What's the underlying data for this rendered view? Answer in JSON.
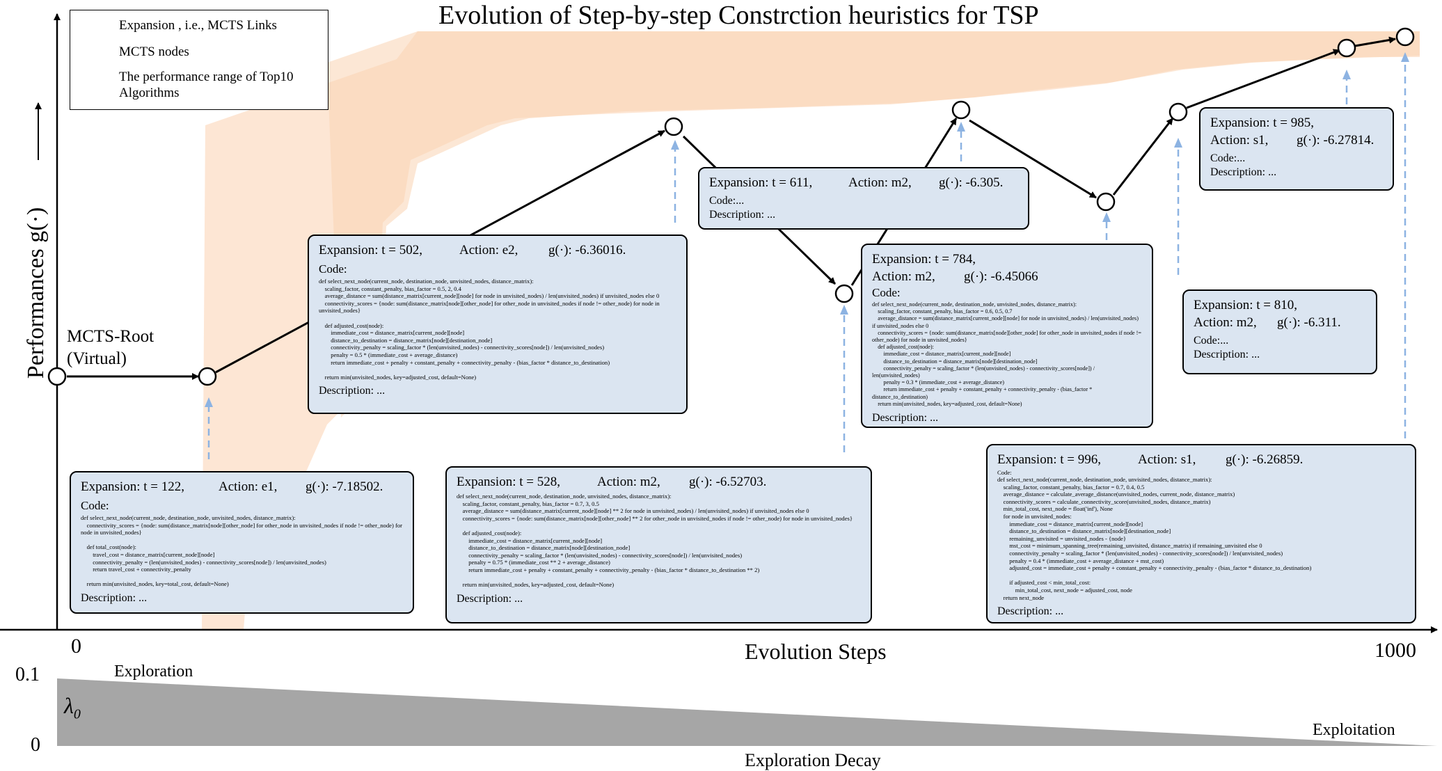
{
  "title": "Evolution of  Step-by-step Constrction heuristics for TSP",
  "y_axis_label": "Performances g(·)",
  "x_axis_label": "Evolution Steps",
  "x_start": "0",
  "x_end": "1000",
  "root_label": [
    "MCTS-Root",
    "(Virtual)"
  ],
  "legend": {
    "arrow": "Expansion , i.e., MCTS Links",
    "node": "MCTS nodes",
    "range": "The performance range of Top10 Algorithms"
  },
  "decay": {
    "label": "Exploration Decay",
    "left": "Exploration",
    "right": "Exploitation",
    "lambda": "λ",
    "lambda_sub": "0",
    "top_value": "0.1",
    "bottom_value": "0"
  },
  "boxes": {
    "b122": {
      "expansion": "Expansion: t = 122,",
      "action": "Action: e1,",
      "g": "g(·): -7.18502.",
      "code_label": "Code:",
      "code": "def select_next_node(current_node, destination_node, unvisited_nodes, distance_matrix):\n    connectivity_scores = {node: sum(distance_matrix[node][other_node] for other_node in unvisited_nodes if node != other_node) for node in unvisited_nodes}\n\n    def total_cost(node):\n        travel_cost = distance_matrix[current_node][node]\n        connectivity_penalty = (len(unvisited_nodes) - connectivity_scores[node]) / len(unvisited_nodes)\n        return travel_cost + connectivity_penalty\n\n    return min(unvisited_nodes, key=total_cost, default=None)",
      "description": "Description: ..."
    },
    "b502": {
      "expansion": "Expansion: t = 502,",
      "action": "Action: e2,",
      "g": "g(·): -6.36016.",
      "code_label": "Code:",
      "code": "def select_next_node(current_node, destination_node, unvisited_nodes, distance_matrix):\n    scaling_factor, constant_penalty, bias_factor = 0.5, 2, 0.4\n    average_distance = sum(distance_matrix[current_node][node] for node in unvisited_nodes) / len(unvisited_nodes) if unvisited_nodes else 0\n    connectivity_scores = {node: sum(distance_matrix[node][other_node] for other_node in unvisited_nodes if node != other_node) for node in unvisited_nodes}\n\n    def adjusted_cost(node):\n        immediate_cost = distance_matrix[current_node][node]\n        distance_to_destination = distance_matrix[node][destination_node]\n        connectivity_penalty = scaling_factor * (len(unvisited_nodes) - connectivity_scores[node]) / len(unvisited_nodes)\n        penalty = 0.5 * (immediate_cost + average_distance)\n        return immediate_cost + penalty + constant_penalty + connectivity_penalty - (bias_factor * distance_to_destination)\n\n    return min(unvisited_nodes, key=adjusted_cost, default=None)",
      "description": "Description: ..."
    },
    "b528": {
      "expansion": "Expansion: t = 528,",
      "action": "Action: m2,",
      "g": "g(·): -6.52703.",
      "code_label": "Code:",
      "code": "def select_next_node(current_node, destination_node, unvisited_nodes, distance_matrix):\n    scaling_factor, constant_penalty, bias_factor = 0.7, 3, 0.5\n    average_distance = sum(distance_matrix[current_node][node] ** 2 for node in unvisited_nodes) / len(unvisited_nodes) if unvisited_nodes else 0\n    connectivity_scores = {node: sum(distance_matrix[node][other_node] ** 2 for other_node in unvisited_nodes if node != other_node) for node in unvisited_nodes}\n\n    def adjusted_cost(node):\n        immediate_cost = distance_matrix[current_node][node]\n        distance_to_destination = distance_matrix[node][destination_node]\n        connectivity_penalty = scaling_factor * (len(unvisited_nodes) - connectivity_scores[node]) / len(unvisited_nodes)\n        penalty = 0.75 * (immediate_cost ** 2 + average_distance)\n        return immediate_cost + penalty + constant_penalty + connectivity_penalty - (bias_factor * distance_to_destination ** 2)\n\n    return min(unvisited_nodes, key=adjusted_cost, default=None)",
      "description": "Description: ..."
    },
    "b611": {
      "expansion": "Expansion: t = 611,",
      "action": "Action: m2,",
      "g": "g(·): -6.305.",
      "code_label": "Code:...",
      "description": "Description: ..."
    },
    "b784": {
      "expansion": "Expansion: t = 784,",
      "action": "Action: m2,",
      "g": "g(·): -6.45066",
      "code_label": "Code:",
      "code": "def select_next_node(current_node, destination_node, unvisited_nodes, distance_matrix):\n    scaling_factor, constant_penalty, bias_factor = 0.6, 0.5, 0.7\n    average_distance = sum(distance_matrix[current_node][node] for node in unvisited_nodes) / len(unvisited_nodes) if unvisited_nodes else 0\n    connectivity_scores = {node: sum(distance_matrix[node][other_node] for other_node in unvisited_nodes if node != other_node) for node in unvisited_nodes}\n    def adjusted_cost(node):\n        immediate_cost = distance_matrix[current_node][node]\n        distance_to_destination = distance_matrix[node][destination_node]\n        connectivity_penalty = scaling_factor * (len(unvisited_nodes) - connectivity_scores[node]) / len(unvisited_nodes)\n        penalty = 0.3 * (immediate_cost + average_distance)\n        return immediate_cost + penalty + constant_penalty + connectivity_penalty - (bias_factor * distance_to_destination)\n    return min(unvisited_nodes, key=adjusted_cost, default=None)",
      "description": "Description: ..."
    },
    "b810": {
      "expansion": "Expansion: t = 810,",
      "action": "Action: m2,",
      "g": "g(·): -6.311.",
      "code_label": "Code:...",
      "description": "Description: ..."
    },
    "b985": {
      "expansion": "Expansion: t = 985,",
      "action": "Action: s1,",
      "g": "g(·): -6.27814.",
      "code_label": "Code:...",
      "description": "Description: ..."
    },
    "b996": {
      "expansion": "Expansion: t = 996,",
      "action": "Action: s1,",
      "g": "g(·): -6.26859.",
      "code_label": "Code:",
      "code": "def select_next_node(current_node, destination_node, unvisited_nodes, distance_matrix):\n    scaling_factor, constant_penalty, bias_factor = 0.7, 0.4, 0.5\n    average_distance = calculate_average_distance(unvisited_nodes, current_node, distance_matrix)\n    connectivity_scores = calculate_connectivity_score(unvisited_nodes, distance_matrix)\n    min_total_cost, next_node = float('inf'), None\n    for node in unvisited_nodes:\n        immediate_cost = distance_matrix[current_node][node]\n        distance_to_destination = distance_matrix[node][destination_node]\n        remaining_unvisited = unvisited_nodes - {node}\n        mst_cost = minimum_spanning_tree(remaining_unvisited, distance_matrix) if remaining_unvisited else 0\n        connectivity_penalty = scaling_factor * (len(unvisited_nodes) - connectivity_scores[node]) / len(unvisited_nodes)\n        penalty = 0.4 * (immediate_cost + average_distance + mst_cost)\n        adjusted_cost = immediate_cost + penalty + constant_penalty + connectivity_penalty - (bias_factor * distance_to_destination)\n\n        if adjusted_cost < min_total_cost:\n            min_total_cost, next_node = adjusted_cost, node\n    return next_node",
      "description": "Description: ..."
    }
  },
  "colors": {
    "box_fill": "#dbe5f1",
    "range_fill": "#fde5d2",
    "dashed_arrow": "#8db3e2",
    "decay_fill": "#a6a6a6"
  }
}
